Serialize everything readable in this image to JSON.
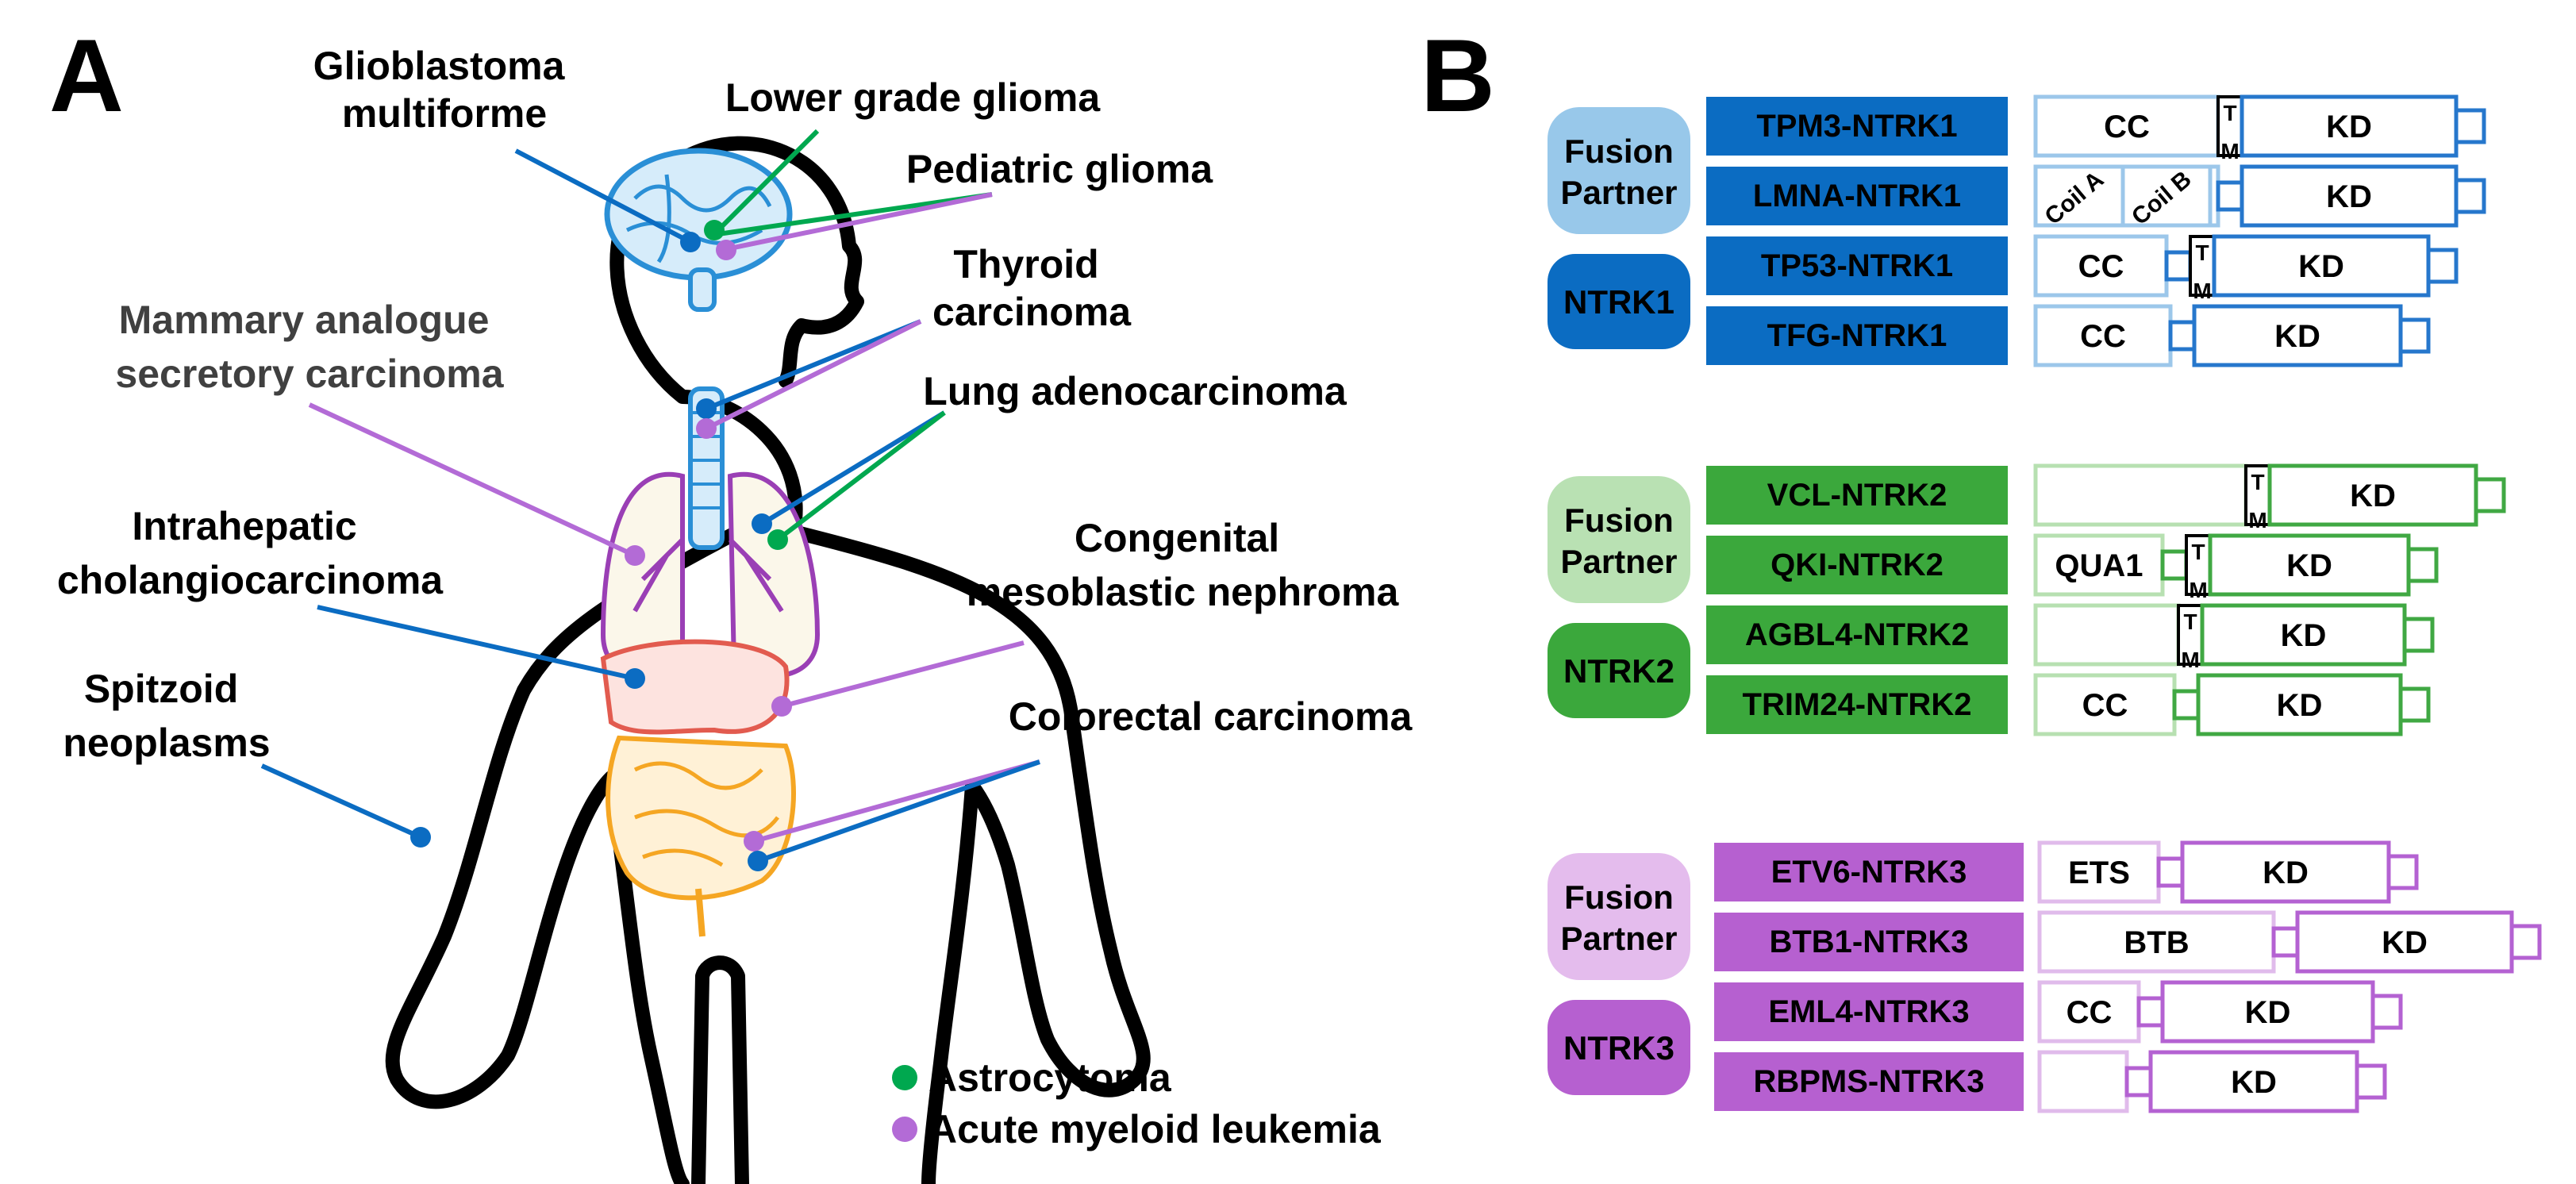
{
  "panel_a": {
    "letter": "A",
    "labels": {
      "glioblastoma": [
        "Glioblastoma",
        "multiforme"
      ],
      "lower_grade_glioma": "Lower grade glioma",
      "pediatric_glioma": "Pediatric glioma",
      "thyroid": [
        "Thyroid",
        "carcinoma"
      ],
      "mammary": [
        "Mammary analogue",
        "secretory carcinoma"
      ],
      "lung": "Lung adenocarcinoma",
      "intrahepatic": [
        "Intrahepatic",
        "cholangiocarcinoma"
      ],
      "congenital": [
        "Congenital",
        "mesoblastic nephroma"
      ],
      "spitzoid": [
        "Spitzoid",
        "neoplasms"
      ],
      "colorectal": "Colorectal carcinoma"
    },
    "legend": [
      {
        "label": "Astrocytoma",
        "color": "#00a84f"
      },
      {
        "label": "Acute myeloid leukemia",
        "color": "#b36bd6"
      }
    ]
  },
  "panel_b": {
    "letter": "B",
    "groups": [
      {
        "id": "ntrk1",
        "partner_label": [
          "Fusion",
          "Partner"
        ],
        "gene_label": "NTRK1",
        "colors": {
          "dark": "#0b6cc2",
          "light": "#98c8ea",
          "outline": "#2677cc",
          "light_outline": "#9cc7ea"
        },
        "fusions": [
          {
            "name": "TPM3-NTRK1",
            "domains": [
              "CC",
              "TM",
              "KD"
            ]
          },
          {
            "name": "LMNA-NTRK1",
            "domains": [
              "Coil A",
              "Coil B",
              "KD"
            ]
          },
          {
            "name": "TP53-NTRK1",
            "domains": [
              "CC",
              "TM",
              "KD"
            ]
          },
          {
            "name": "TFG-NTRK1",
            "domains": [
              "CC",
              "KD"
            ]
          }
        ]
      },
      {
        "id": "ntrk2",
        "partner_label": [
          "Fusion",
          "Partner"
        ],
        "gene_label": "NTRK2",
        "colors": {
          "dark": "#3ba83c",
          "light": "#b9e1b3",
          "outline": "#40a843",
          "light_outline": "#b7e0b1"
        },
        "fusions": [
          {
            "name": "VCL-NTRK2",
            "domains": [
              "TM",
              "KD"
            ]
          },
          {
            "name": "QKI-NTRK2",
            "domains": [
              "QUA1",
              "TM",
              "KD"
            ]
          },
          {
            "name": "AGBL4-NTRK2",
            "domains": [
              "TM",
              "KD"
            ]
          },
          {
            "name": "TRIM24-NTRK2",
            "domains": [
              "CC",
              "KD"
            ]
          }
        ]
      },
      {
        "id": "ntrk3",
        "partner_label": [
          "Fusion",
          "Partner"
        ],
        "gene_label": "NTRK3",
        "colors": {
          "dark": "#b660d0",
          "light": "#e4bced",
          "outline": "#b462d2",
          "light_outline": "#e0bbeb"
        },
        "fusions": [
          {
            "name": "ETV6-NTRK3",
            "domains": [
              "ETS",
              "KD"
            ]
          },
          {
            "name": "BTB1-NTRK3",
            "domains": [
              "BTB",
              "KD"
            ]
          },
          {
            "name": "EML4-NTRK3",
            "domains": [
              "CC",
              "KD"
            ]
          },
          {
            "name": "RBPMS-NTRK3",
            "domains": [
              "KD"
            ]
          }
        ]
      }
    ]
  },
  "colors": {
    "blue_line": "#0b6cc2",
    "green_line": "#00a84f",
    "purple_line": "#b36bd6",
    "mammary_text": "#404040"
  }
}
